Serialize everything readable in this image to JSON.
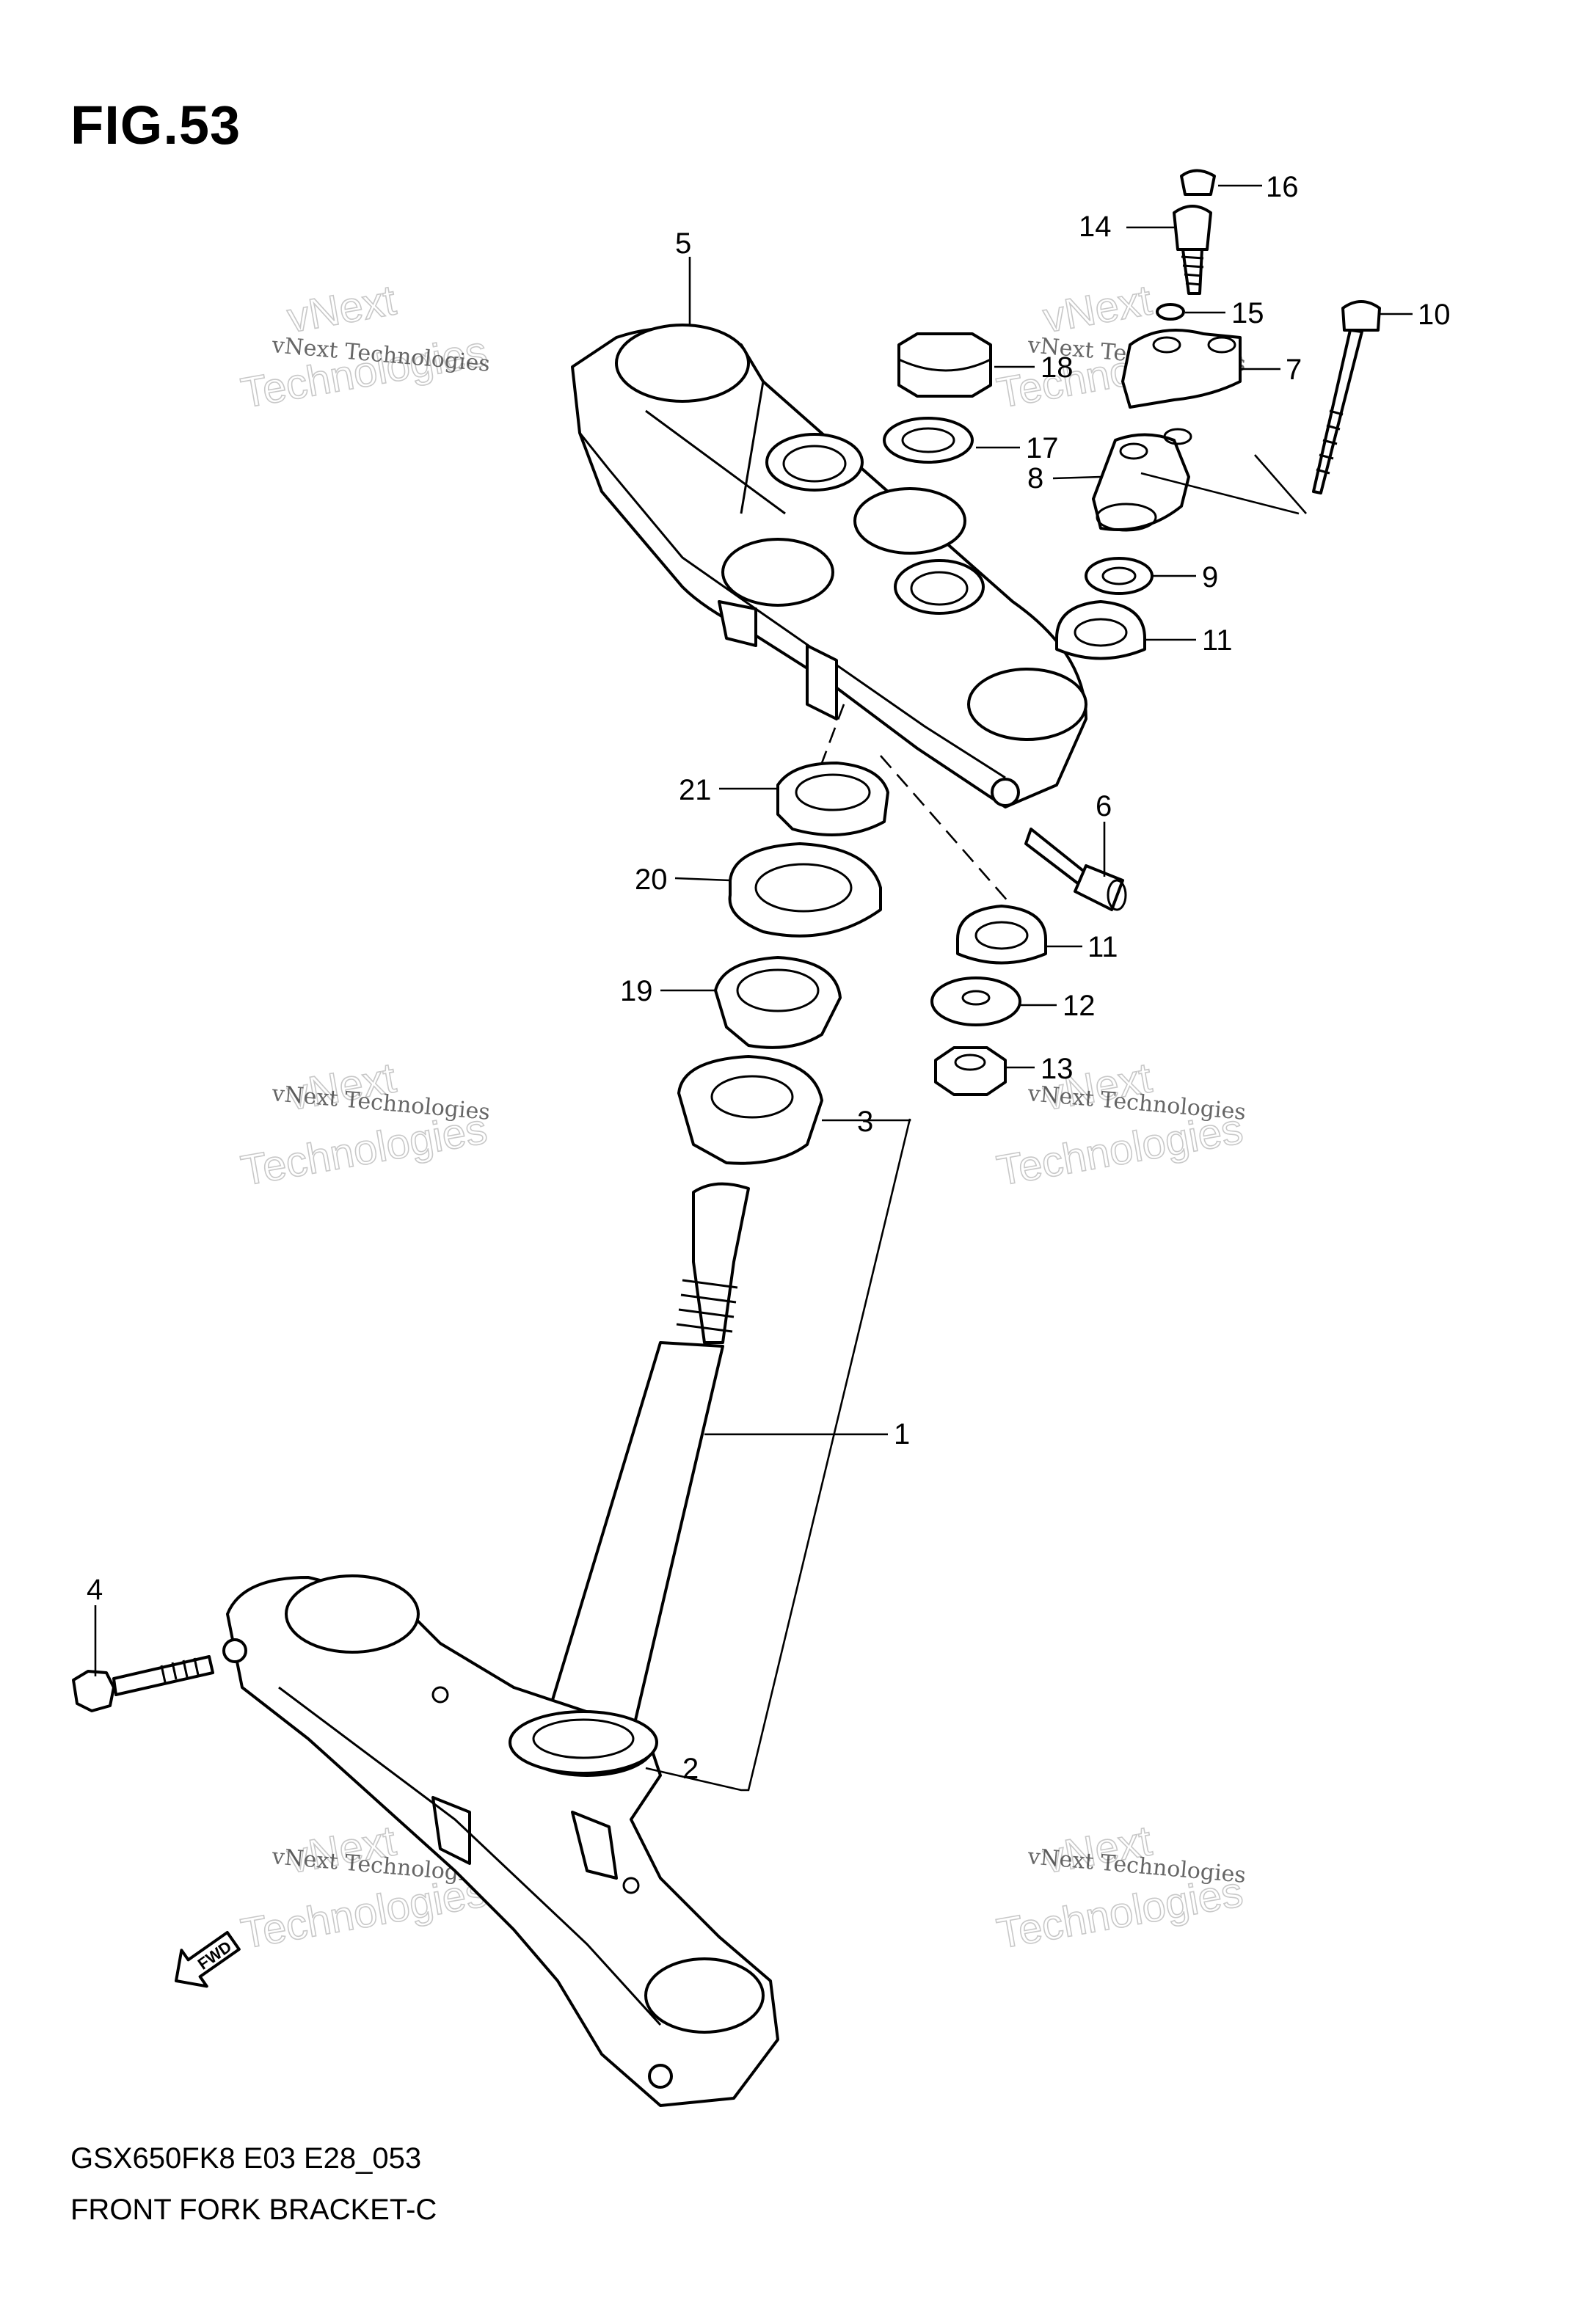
{
  "figure": {
    "title": "FIG.53"
  },
  "footer": {
    "model_code": "GSX650FK8 E03 E28_053",
    "name": "FRONT FORK BRACKET-C"
  },
  "watermark": {
    "line_small": "vNext Technologies",
    "line_big_1": "vNext",
    "line_big_2": "Technologies"
  },
  "direction_marker": {
    "label": "FWD",
    "icon": "forward-arrow-icon"
  },
  "parts": [
    {
      "number": "1",
      "part": "steering-stem"
    },
    {
      "number": "2",
      "part": "dust-seal"
    },
    {
      "number": "3",
      "part": "steering-bearing-lower"
    },
    {
      "number": "4",
      "part": "lower-bracket-bolt"
    },
    {
      "number": "5",
      "part": "upper-bracket"
    },
    {
      "number": "6",
      "part": "upper-bracket-bolt"
    },
    {
      "number": "7",
      "part": "handlebar-holder-upper"
    },
    {
      "number": "8",
      "part": "handlebar-holder-lower"
    },
    {
      "number": "9",
      "part": "washer"
    },
    {
      "number": "10",
      "part": "holder-bolt"
    },
    {
      "number": "11",
      "part": "cushion"
    },
    {
      "number": "12",
      "part": "washer"
    },
    {
      "number": "13",
      "part": "nut"
    },
    {
      "number": "14",
      "part": "holder-bolt"
    },
    {
      "number": "15",
      "part": "washer"
    },
    {
      "number": "16",
      "part": "cap"
    },
    {
      "number": "17",
      "part": "washer"
    },
    {
      "number": "18",
      "part": "stem-head-nut"
    },
    {
      "number": "19",
      "part": "steering-bearing-upper"
    },
    {
      "number": "20",
      "part": "dust-cover"
    },
    {
      "number": "21",
      "part": "stem-lock-nut"
    }
  ]
}
